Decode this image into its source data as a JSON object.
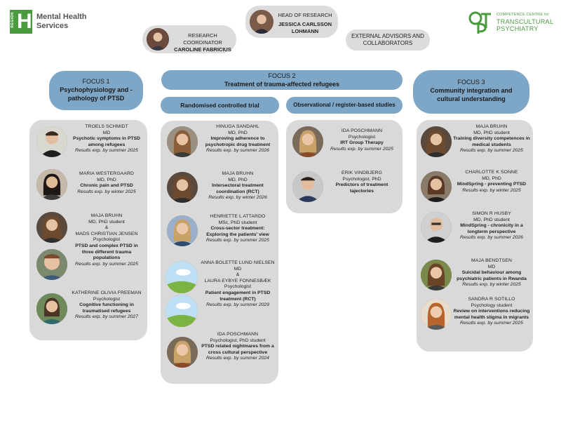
{
  "logos": {
    "left": {
      "block_letter": "H",
      "block_text": "REGION",
      "line1": "Mental Health",
      "line2": "Services"
    },
    "right": {
      "line1": "COMPETENCE CENTRE for",
      "line2": "TRANSCULTURAL",
      "line3": "PSYCHIATRY"
    }
  },
  "leadership": {
    "head": {
      "role": "HEAD OF RESEARCH",
      "name": "JESSICA CARLSSON LOHMANN"
    },
    "coordinator": {
      "role": "RESEARCH COORDINATOR",
      "name": "CAROLINE FABRICIUS"
    },
    "external": "EXTERNAL ADVISORS AND COLLABORATORS"
  },
  "focus1": {
    "title": "FOCUS 1",
    "subtitle": "Psychophysiology and -pathology of PTSD",
    "people": [
      {
        "name": "TROELS SCHMIDT",
        "role": "MD",
        "project": "Psychotic symptoms in PTSD among refugees",
        "results": "Results exp. by summer 2025"
      },
      {
        "name": "MARIA WESTERGAARD",
        "role": "MD, PhD",
        "project": "Chronic pain and PTSD",
        "results": "Results exp. by winter 2025"
      },
      {
        "name": "MAJA BRUHN",
        "role": "MD, PhD student",
        "amp": "&",
        "name2": "MADS CHRISTIAN JENSEN",
        "role2": "Psychologist",
        "project": "PTSD and complex PTSD in three different trauma populations",
        "results": "Results exp. by summer 2025"
      },
      {
        "name": "KATHERINE OLIVIA FREEMAN",
        "role": "Psychologist",
        "project": "Cognitive functioning in traumatised refugees",
        "results": "Results exp. by summer 2027"
      }
    ]
  },
  "focus2": {
    "title": "FOCUS 2",
    "subtitle": "Treatment of trauma-affected refugees",
    "rct_label": "Randomised controlled trial",
    "obs_label": "Observational / register-based studies",
    "rct_people": [
      {
        "name": "HINUGA SANDAHL",
        "role": "MD, PhD",
        "project": "Improving adherence to psychotropic drug treatment",
        "results": "Results exp. by summer 2026"
      },
      {
        "name": "MAJA BRUHN",
        "role": "MD, PhD",
        "project": "Intersectoral treatment coordination (RCT)",
        "results": "Results exp. by winter 2026"
      },
      {
        "name": "HENRIETTE L ATTARDO",
        "role": "MSc, PhD student",
        "project": "Cross-sector treatment: Exploring the patients' view",
        "results": "Results exp. by summer 2025"
      },
      {
        "name": "ANNA BOLETTE LUND NIELSEN",
        "role": "MD",
        "amp": "&",
        "name2": "LAURA EYBYE FONNESBÆK",
        "role2": "Psychologist",
        "project": "Patient engagement in PTSD treatment (RCT)",
        "results": "Results exp. by summer 2029"
      },
      {
        "name": "IDA POSCHMANN",
        "role": "Psychologist, PhD student",
        "project": "PTSD related nightmares from a cross cultural perspective",
        "results": "Results exp. by summer 2024"
      }
    ],
    "obs_people": [
      {
        "name": "IDA POSCHMANN",
        "role": "Psychologist",
        "project": "IRT Group Therapy",
        "results": "Results exp. by summer 2025"
      },
      {
        "name": "ERIK VINDBJERG",
        "role": "Psychologist, PhD",
        "project": "Predictors of treatment tajectories",
        "results": ""
      }
    ]
  },
  "focus3": {
    "title": "FOCUS 3",
    "subtitle": "Community integration and cultural understanding",
    "people": [
      {
        "name": "MAJA BRUHN",
        "role": "MD, PhD student",
        "project": "Training diversity competences in medical students",
        "results": "Results exp. by summer 2025"
      },
      {
        "name": "CHARLOTTE K SONNE",
        "role": "MD, PhD",
        "project": "MindSpring - preventing PTSD",
        "results": "Results exp. by winter 2025"
      },
      {
        "name": "SIMON R HUSBY",
        "role": "MD, PhD student",
        "project": "MindSpring - chronicity in a longterm perspective",
        "results": "Results exp. by summer 2026"
      },
      {
        "name": "MAJA BENDTSEN",
        "role": "MD",
        "project": "Suicidal behaviour among psychiatric patients in Rwanda",
        "results": "Results exp. by winter 2025"
      },
      {
        "name": "SANDRA R SOTILLO",
        "role": "Psychology student",
        "project": "Review on interventions reducing mental health stigma in migrants",
        "results": "Results exp. by summer 2025"
      }
    ]
  },
  "colors": {
    "focus_blue": "#7ea6c6",
    "panel_grey": "#d9d9d9",
    "brand_green": "#4a9a3e"
  }
}
